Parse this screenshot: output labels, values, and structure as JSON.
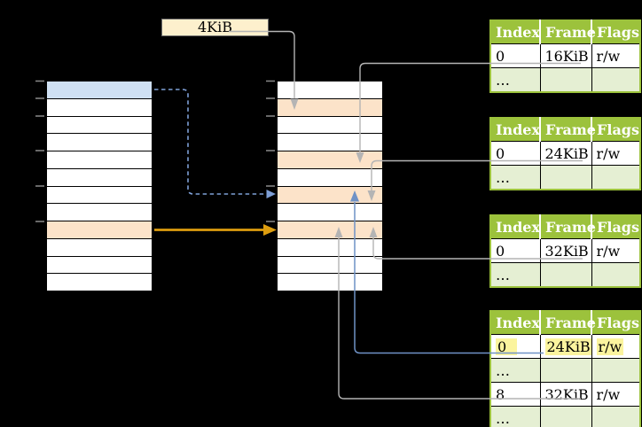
{
  "colors": {
    "background": "#000000",
    "table_green": "#9cc23c",
    "table_row_green": "#e5efd3",
    "highlight_yellow": "#fbf49e",
    "row_orange": "#fce3c9",
    "row_blue": "#cfe0f3",
    "label_cream": "#fdf0cd",
    "connector_gray": "#b4b4b4",
    "connector_blue": "#6f92c6",
    "connector_blue_dashed": "#7e9fd6",
    "arrow_orange": "#dd9d0f",
    "tick_gray": "#8a8a8a"
  },
  "frame_label": {
    "text": "4KiB"
  },
  "virtual_memory": {
    "row_count": 12,
    "highlights": [
      {
        "row": 0,
        "color": "blue"
      },
      {
        "row": 8,
        "color": "orange"
      }
    ]
  },
  "physical_memory": {
    "row_count": 12,
    "highlights": [
      {
        "row": 1,
        "color": "orange"
      },
      {
        "row": 4,
        "color": "orange"
      },
      {
        "row": 6,
        "color": "orange"
      },
      {
        "row": 8,
        "color": "orange"
      }
    ]
  },
  "page_tables": [
    {
      "name": "page-table-16kib",
      "headers": [
        "Index",
        "Frame",
        "Flags"
      ],
      "rows": [
        {
          "cells": [
            "0",
            "16KiB",
            "r/w"
          ],
          "shaded": false,
          "highlighted": []
        },
        {
          "cells": [
            "…",
            "",
            ""
          ],
          "shaded": true,
          "highlighted": []
        }
      ]
    },
    {
      "name": "page-table-24kib",
      "headers": [
        "Index",
        "Frame",
        "Flags"
      ],
      "rows": [
        {
          "cells": [
            "0",
            "24KiB",
            "r/w"
          ],
          "shaded": false,
          "highlighted": []
        },
        {
          "cells": [
            "…",
            "",
            ""
          ],
          "shaded": true,
          "highlighted": []
        }
      ]
    },
    {
      "name": "page-table-32kib",
      "headers": [
        "Index",
        "Frame",
        "Flags"
      ],
      "rows": [
        {
          "cells": [
            "0",
            "32KiB",
            "r/w"
          ],
          "shaded": false,
          "highlighted": []
        },
        {
          "cells": [
            "…",
            "",
            ""
          ],
          "shaded": true,
          "highlighted": []
        }
      ]
    },
    {
      "name": "level2-page-table",
      "headers": [
        "Index",
        "Frame",
        "Flags"
      ],
      "rows": [
        {
          "cells": [
            "0",
            "24KiB",
            "r/w"
          ],
          "shaded": false,
          "highlighted": [
            0,
            1,
            2
          ]
        },
        {
          "cells": [
            "…",
            "",
            ""
          ],
          "shaded": true,
          "highlighted": []
        },
        {
          "cells": [
            "8",
            "32KiB",
            "r/w"
          ],
          "shaded": false,
          "highlighted": []
        },
        {
          "cells": [
            "…",
            "",
            ""
          ],
          "shaded": true,
          "highlighted": []
        }
      ]
    }
  ]
}
